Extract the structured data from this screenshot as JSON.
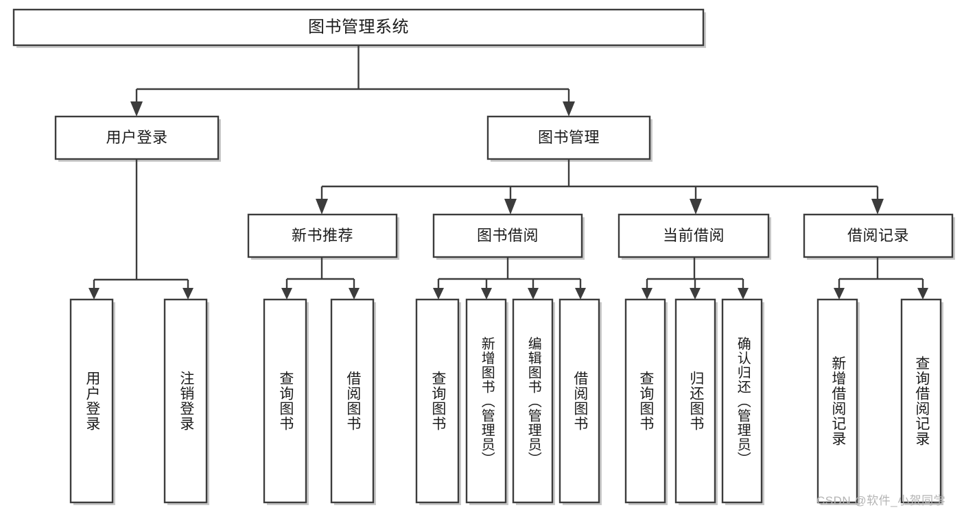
{
  "diagram": {
    "type": "hierarchy-tree",
    "title_node": "图书管理系统",
    "watermark": "CSDN @软件_小贺同学",
    "colors": {
      "box_stroke": "#3c3c3c",
      "box_fill": "#ffffff",
      "text": "#1b1b1b",
      "shadow": "#c9c9c9",
      "background": "#ffffff",
      "watermark": "#b4b4b4"
    },
    "levels": {
      "root": {
        "label": "图书管理系统"
      },
      "level2": [
        {
          "label": "用户登录"
        },
        {
          "label": "图书管理"
        }
      ],
      "level3": [
        {
          "label": "新书推荐"
        },
        {
          "label": "图书借阅"
        },
        {
          "label": "当前借阅"
        },
        {
          "label": "借阅记录"
        }
      ],
      "leaves": [
        {
          "label": "用户登录",
          "parent": "用户登录"
        },
        {
          "label": "注销登录",
          "parent": "用户登录"
        },
        {
          "label": "查询图书",
          "parent": "新书推荐"
        },
        {
          "label": "借阅图书",
          "parent": "新书推荐"
        },
        {
          "label": "查询图书",
          "parent": "图书借阅"
        },
        {
          "label": "新增图书（管理员）",
          "parent": "图书借阅"
        },
        {
          "label": "编辑图书（管理员）",
          "parent": "图书借阅"
        },
        {
          "label": "借阅图书",
          "parent": "图书借阅"
        },
        {
          "label": "查询图书",
          "parent": "当前借阅"
        },
        {
          "label": "归还图书",
          "parent": "当前借阅"
        },
        {
          "label": "确认归还（管理员）",
          "parent": "当前借阅"
        },
        {
          "label": "新增借阅记录",
          "parent": "借阅记录"
        },
        {
          "label": "查询借阅记录",
          "parent": "借阅记录"
        }
      ]
    }
  }
}
